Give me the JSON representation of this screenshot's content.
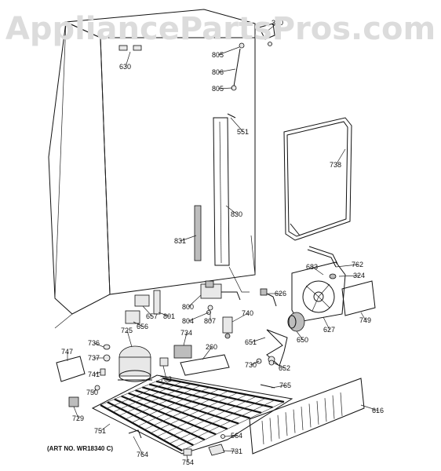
{
  "watermark": "AppliancePartsPros.com",
  "art_no": "(ART NO. WR18340 C)",
  "parts": [
    {
      "id": "p630",
      "num": "630"
    },
    {
      "id": "p370",
      "num": "370"
    },
    {
      "id": "p805a",
      "num": "805"
    },
    {
      "id": "p806",
      "num": "806"
    },
    {
      "id": "p805b",
      "num": "805"
    },
    {
      "id": "p551",
      "num": "551"
    },
    {
      "id": "p738",
      "num": "738"
    },
    {
      "id": "p830",
      "num": "830"
    },
    {
      "id": "p831",
      "num": "831"
    },
    {
      "id": "p762",
      "num": "762"
    },
    {
      "id": "p683",
      "num": "683"
    },
    {
      "id": "p324",
      "num": "324"
    },
    {
      "id": "p626",
      "num": "626"
    },
    {
      "id": "p749",
      "num": "749"
    },
    {
      "id": "p627",
      "num": "627"
    },
    {
      "id": "p657",
      "num": "657"
    },
    {
      "id": "p801",
      "num": "801"
    },
    {
      "id": "p800",
      "num": "800"
    },
    {
      "id": "p804",
      "num": "804"
    },
    {
      "id": "p807",
      "num": "807"
    },
    {
      "id": "p740",
      "num": "740"
    },
    {
      "id": "p656",
      "num": "656"
    },
    {
      "id": "p650",
      "num": "650"
    },
    {
      "id": "p725",
      "num": "725"
    },
    {
      "id": "p734",
      "num": "734"
    },
    {
      "id": "p736",
      "num": "736"
    },
    {
      "id": "p651",
      "num": "651"
    },
    {
      "id": "p260",
      "num": "260"
    },
    {
      "id": "p747",
      "num": "747"
    },
    {
      "id": "p737",
      "num": "737"
    },
    {
      "id": "p733",
      "num": "733"
    },
    {
      "id": "p730",
      "num": "730"
    },
    {
      "id": "p652",
      "num": "652"
    },
    {
      "id": "p741",
      "num": "741"
    },
    {
      "id": "p765",
      "num": "765"
    },
    {
      "id": "p750",
      "num": "750"
    },
    {
      "id": "p616",
      "num": "616"
    },
    {
      "id": "p729",
      "num": "729"
    },
    {
      "id": "p751",
      "num": "751"
    },
    {
      "id": "p564",
      "num": "564"
    },
    {
      "id": "p731",
      "num": "731"
    },
    {
      "id": "p764",
      "num": "764"
    },
    {
      "id": "p754",
      "num": "754"
    }
  ]
}
